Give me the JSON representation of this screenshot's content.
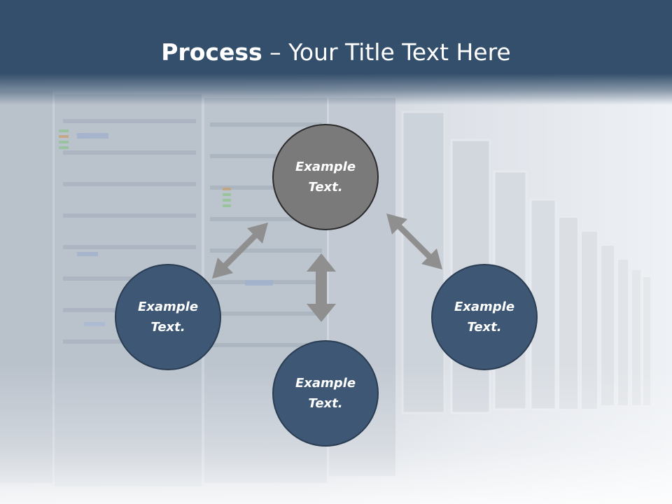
{
  "title": {
    "bold": "Process",
    "rest": " – Your Title Text Here"
  },
  "colors": {
    "title_bar": "#344f6b",
    "node_blue": "#3d5775",
    "node_gray": "#7a7a7a",
    "node_border": "#2a3d52",
    "arrow": "#8f8f8f"
  },
  "nodes": [
    {
      "id": "top",
      "label": "Example Text."
    },
    {
      "id": "left",
      "label": "Example Text."
    },
    {
      "id": "right",
      "label": "Example Text."
    },
    {
      "id": "bottom",
      "label": "Example Text."
    }
  ],
  "connectors": [
    {
      "from": "left",
      "to": "top",
      "type": "double-arrow"
    },
    {
      "from": "top",
      "to": "right",
      "type": "double-arrow"
    },
    {
      "from": "top",
      "to": "bottom",
      "type": "double-arrow"
    }
  ]
}
